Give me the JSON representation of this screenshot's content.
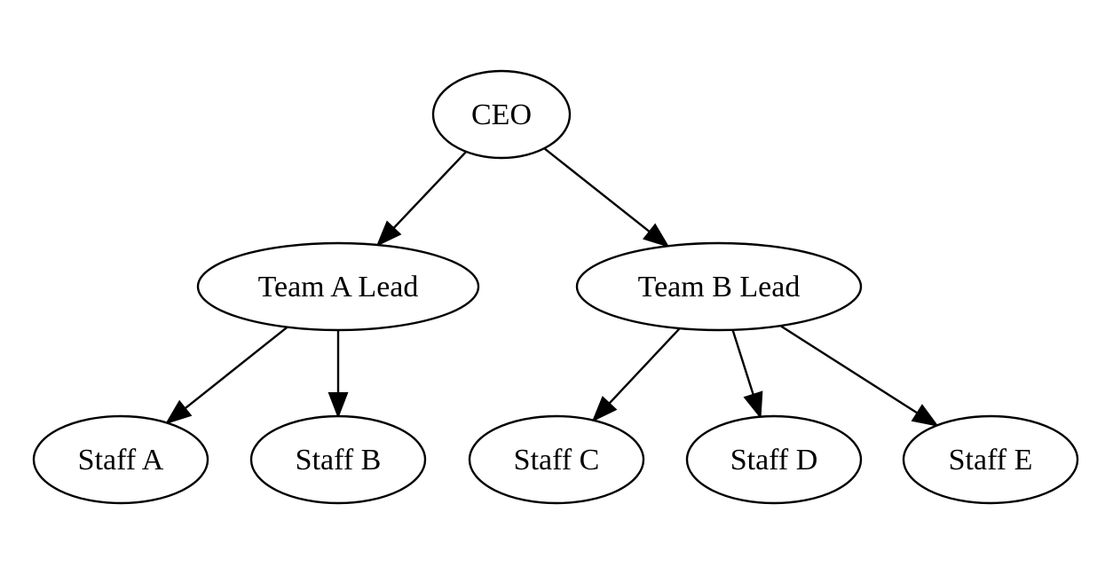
{
  "diagram": {
    "type": "org-chart",
    "nodes": [
      {
        "id": "ceo",
        "label": "CEO"
      },
      {
        "id": "team_a_lead",
        "label": "Team A Lead"
      },
      {
        "id": "team_b_lead",
        "label": "Team B Lead"
      },
      {
        "id": "staff_a",
        "label": "Staff A"
      },
      {
        "id": "staff_b",
        "label": "Staff B"
      },
      {
        "id": "staff_c",
        "label": "Staff C"
      },
      {
        "id": "staff_d",
        "label": "Staff D"
      },
      {
        "id": "staff_e",
        "label": "Staff E"
      }
    ],
    "edges": [
      {
        "from": "ceo",
        "to": "team_a_lead"
      },
      {
        "from": "ceo",
        "to": "team_b_lead"
      },
      {
        "from": "team_a_lead",
        "to": "staff_a"
      },
      {
        "from": "team_a_lead",
        "to": "staff_b"
      },
      {
        "from": "team_b_lead",
        "to": "staff_c"
      },
      {
        "from": "team_b_lead",
        "to": "staff_d"
      },
      {
        "from": "team_b_lead",
        "to": "staff_e"
      }
    ]
  }
}
